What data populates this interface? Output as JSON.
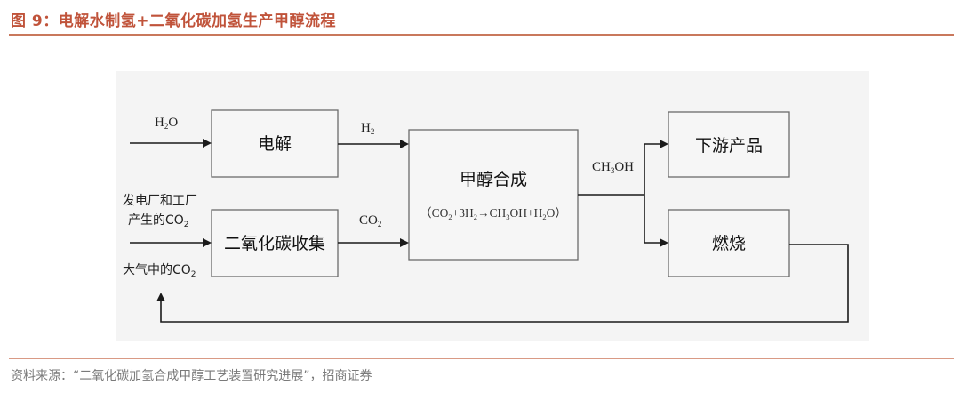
{
  "figure": {
    "title": "图 9：电解水制氢+二氧化碳加氢生产甲醇流程",
    "source": "资料来源：“二氧化碳加氢合成甲醇工艺装置研究进展”，招商证券"
  },
  "diagram": {
    "boxes": {
      "electrolysis": "电解",
      "co2_capture": "二氧化碳收集",
      "methanol_synthesis": "甲醇合成",
      "reaction": {
        "open": "（CO",
        "s1": "2",
        "p1": "+3H",
        "s2": "2",
        "p2": "→CH",
        "s3": "3",
        "p3": "OH+H",
        "s4": "2",
        "close": "O）"
      },
      "downstream": "下游产品",
      "combustion": "燃烧"
    },
    "inputs": {
      "water": {
        "pre": "H",
        "sub": "2",
        "post": "O"
      },
      "plant_line1": "发电厂和工厂",
      "plant_line2": "产生的CO",
      "plant_sub": "2",
      "air_pre": "大气中的CO",
      "air_sub": "2"
    },
    "flows": {
      "hydrogen": {
        "pre": "H",
        "sub": "2"
      },
      "carbon_dioxide": {
        "pre": "CO",
        "sub": "2"
      },
      "methanol": {
        "pre": "CH",
        "sub": "3",
        "post": "OH"
      }
    }
  }
}
